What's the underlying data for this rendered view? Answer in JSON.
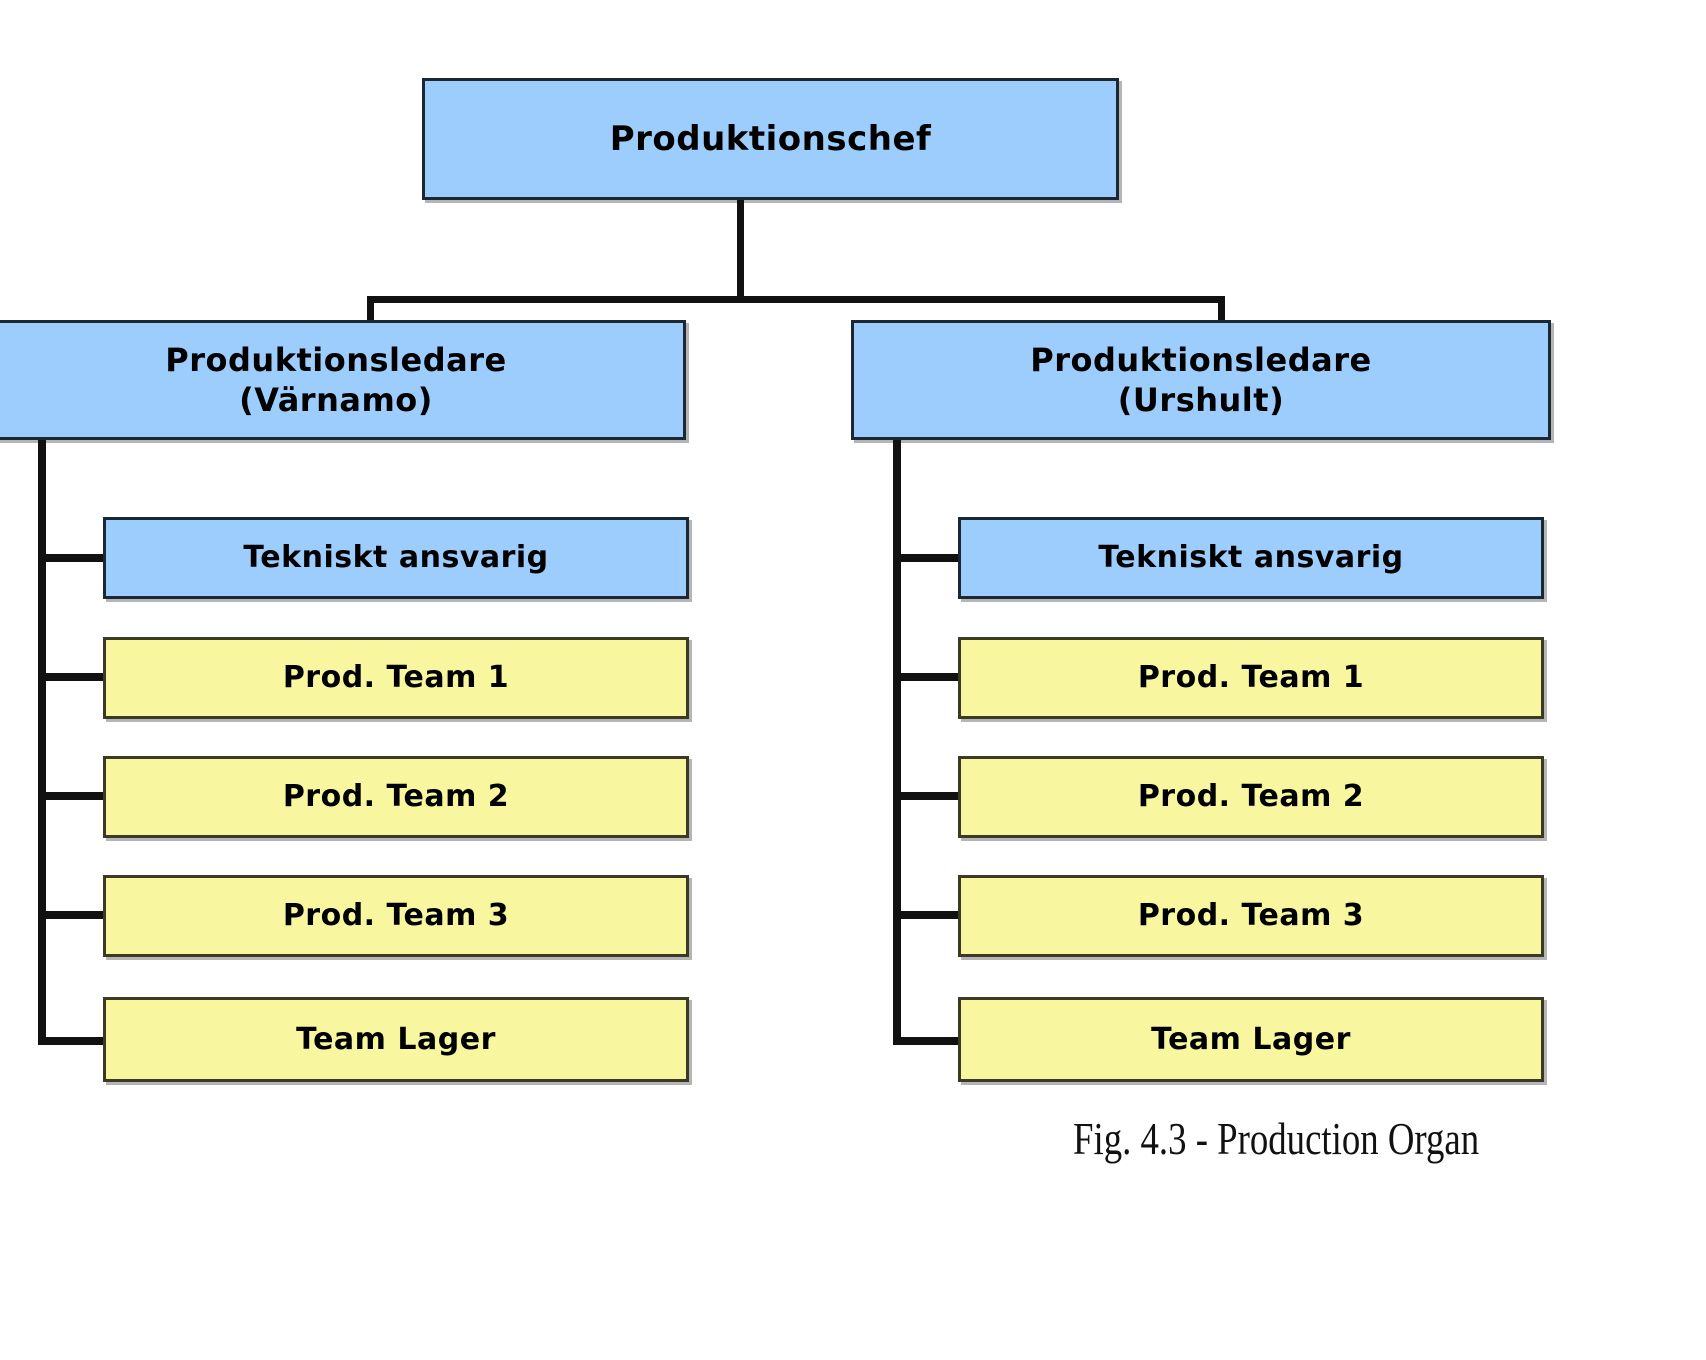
{
  "figure": {
    "caption": "Fig. 4.3 - Production Organ",
    "caption_truncated": true
  },
  "colors": {
    "manager_fill": "#9ccdfc",
    "team_fill": "#f8f69e",
    "line": "#111111",
    "text": "#000000",
    "background": "#ffffff"
  },
  "chart_data": {
    "type": "diagram",
    "diagram_type": "organizational-chart",
    "orientation": "top-down",
    "title": "Fig. 4.3 - Production Organ",
    "nodes": [
      {
        "id": "n0",
        "label": "Produktionschef",
        "level": 0,
        "style": "blue"
      },
      {
        "id": "n1",
        "label": "Produktionsledare\n(Värnamo)",
        "level": 1,
        "style": "blue"
      },
      {
        "id": "n2",
        "label": "Produktionsledare\n(Urshult)",
        "level": 1,
        "style": "blue"
      },
      {
        "id": "n1a",
        "label": "Tekniskt ansvarig",
        "level": 2,
        "style": "blue"
      },
      {
        "id": "n1b",
        "label": "Prod. Team 1",
        "level": 2,
        "style": "yellow"
      },
      {
        "id": "n1c",
        "label": "Prod. Team 2",
        "level": 2,
        "style": "yellow"
      },
      {
        "id": "n1d",
        "label": "Prod. Team 3",
        "level": 2,
        "style": "yellow"
      },
      {
        "id": "n1e",
        "label": "Team Lager",
        "level": 2,
        "style": "yellow"
      },
      {
        "id": "n2a",
        "label": "Tekniskt ansvarig",
        "level": 2,
        "style": "blue"
      },
      {
        "id": "n2b",
        "label": "Prod. Team 1",
        "level": 2,
        "style": "yellow"
      },
      {
        "id": "n2c",
        "label": "Prod. Team 2",
        "level": 2,
        "style": "yellow"
      },
      {
        "id": "n2d",
        "label": "Prod. Team 3",
        "level": 2,
        "style": "yellow"
      },
      {
        "id": "n2e",
        "label": "Team Lager",
        "level": 2,
        "style": "yellow"
      }
    ],
    "edges": [
      {
        "from": "n0",
        "to": "n1"
      },
      {
        "from": "n0",
        "to": "n2"
      },
      {
        "from": "n1",
        "to": "n1a"
      },
      {
        "from": "n1",
        "to": "n1b"
      },
      {
        "from": "n1",
        "to": "n1c"
      },
      {
        "from": "n1",
        "to": "n1d"
      },
      {
        "from": "n1",
        "to": "n1e"
      },
      {
        "from": "n2",
        "to": "n2a"
      },
      {
        "from": "n2",
        "to": "n2b"
      },
      {
        "from": "n2",
        "to": "n2c"
      },
      {
        "from": "n2",
        "to": "n2d"
      },
      {
        "from": "n2",
        "to": "n2e"
      }
    ]
  },
  "root": {
    "label": "Produktionschef"
  },
  "branches": [
    {
      "id": "left",
      "title": "Produktionsledare\n(Värnamo)",
      "title_line1": "Produktionsledare",
      "title_line2": "(Värnamo)",
      "children": [
        {
          "label": "Tekniskt ansvarig",
          "style": "blue"
        },
        {
          "label": "Prod. Team 1",
          "style": "yellow"
        },
        {
          "label": "Prod. Team 2",
          "style": "yellow"
        },
        {
          "label": "Prod. Team 3",
          "style": "yellow"
        },
        {
          "label": "Team Lager",
          "style": "yellow"
        }
      ]
    },
    {
      "id": "right",
      "title": "Produktionsledare\n(Urshult)",
      "title_line1": "Produktionsledare",
      "title_line2": "(Urshult)",
      "children": [
        {
          "label": "Tekniskt ansvarig",
          "style": "blue"
        },
        {
          "label": "Prod. Team 1",
          "style": "yellow"
        },
        {
          "label": "Prod. Team 2",
          "style": "yellow"
        },
        {
          "label": "Prod. Team 3",
          "style": "yellow"
        },
        {
          "label": "Team Lager",
          "style": "yellow"
        }
      ]
    }
  ]
}
